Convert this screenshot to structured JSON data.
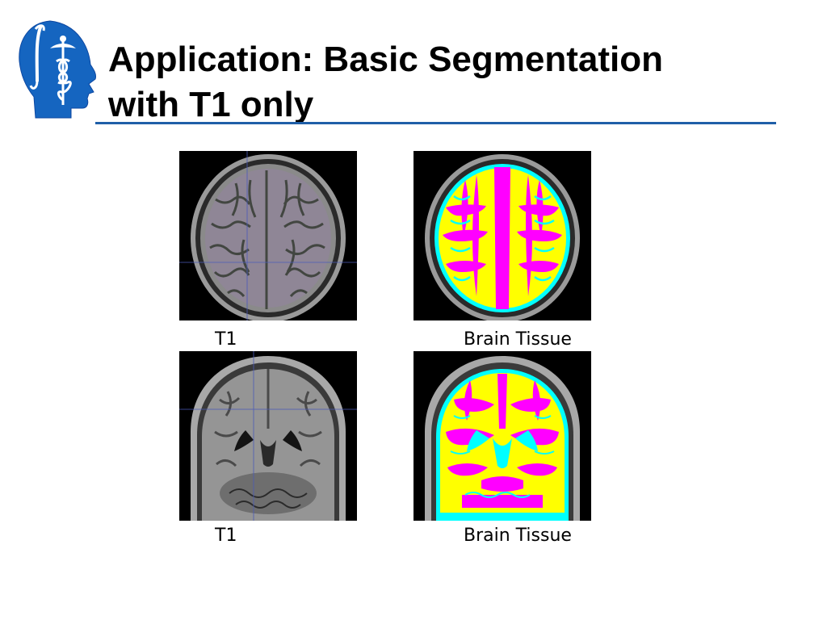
{
  "slide": {
    "title_line1": "Application: Basic Segmentation",
    "title_line2": "with T1 only",
    "brand_color": "#1565c0",
    "rule_color": "#1f5fa8"
  },
  "logo": {
    "icon": "caduceus-head-logo"
  },
  "panels": [
    {
      "caption": "T1",
      "view": "axial",
      "kind": "t1-mri"
    },
    {
      "caption": "Brain Tissue",
      "view": "axial",
      "kind": "segmentation"
    },
    {
      "caption": "T1",
      "view": "coronal",
      "kind": "t1-mri"
    },
    {
      "caption": "Brain Tissue",
      "view": "coronal",
      "kind": "segmentation"
    }
  ],
  "segmentation_colors": {
    "white_matter": "#ff00ff",
    "gray_matter": "#ffff00",
    "csf": "#00ffff"
  }
}
